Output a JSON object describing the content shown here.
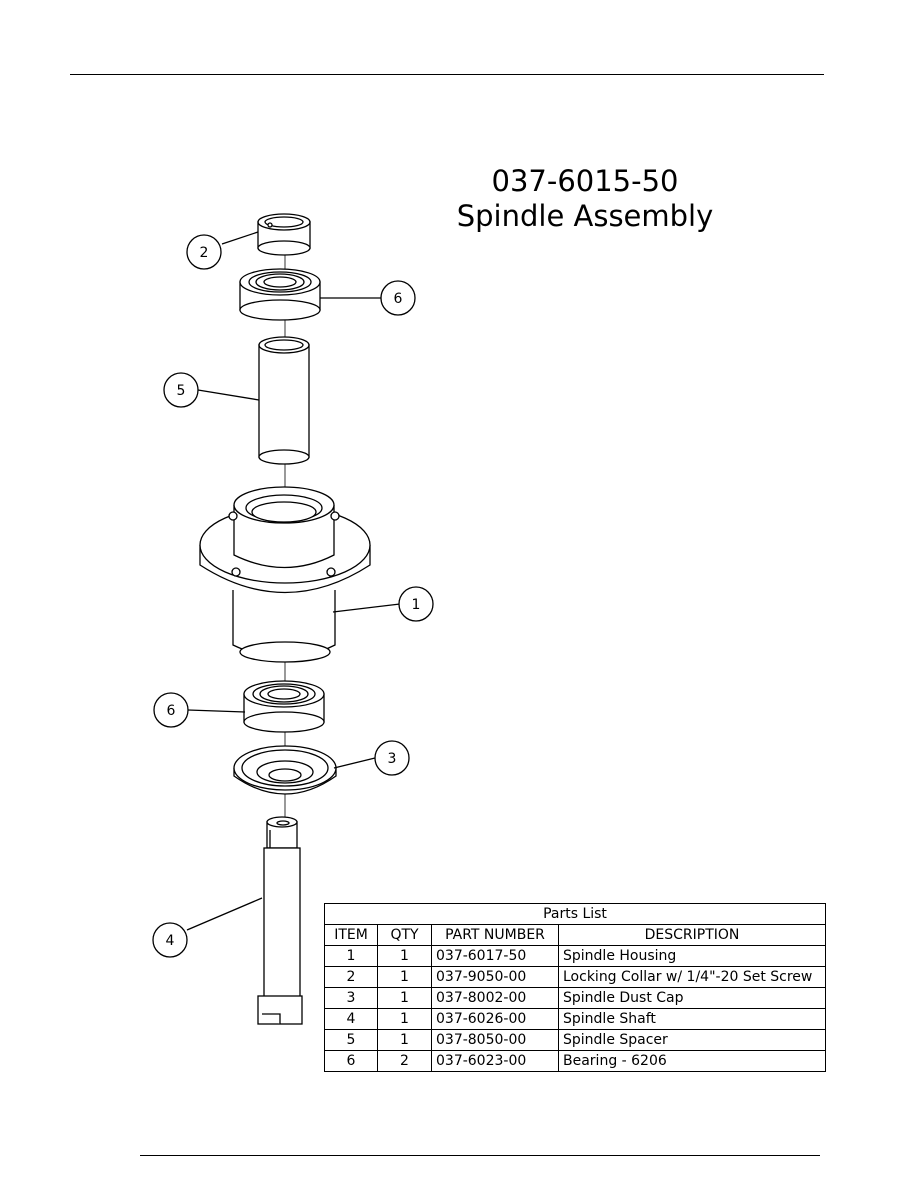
{
  "header": {
    "title_line1": "037-6015-50",
    "title_line2": "Spindle Assembly"
  },
  "balloons": {
    "b1": "1",
    "b2": "2",
    "b3": "3",
    "b4": "4",
    "b5": "5",
    "b6_top": "6",
    "b6_bottom": "6"
  },
  "parts_list": {
    "caption": "Parts List",
    "headers": [
      "ITEM",
      "QTY",
      "PART NUMBER",
      "DESCRIPTION"
    ],
    "rows": [
      [
        "1",
        "1",
        "037-6017-50",
        "Spindle Housing"
      ],
      [
        "2",
        "1",
        "037-9050-00",
        "Locking Collar w/ 1/4\"-20 Set Screw"
      ],
      [
        "3",
        "1",
        "037-8002-00",
        "Spindle Dust Cap"
      ],
      [
        "4",
        "1",
        "037-6026-00",
        "Spindle Shaft"
      ],
      [
        "5",
        "1",
        "037-8050-00",
        "Spindle Spacer"
      ],
      [
        "6",
        "2",
        "037-6023-00",
        "Bearing - 6206"
      ]
    ]
  }
}
